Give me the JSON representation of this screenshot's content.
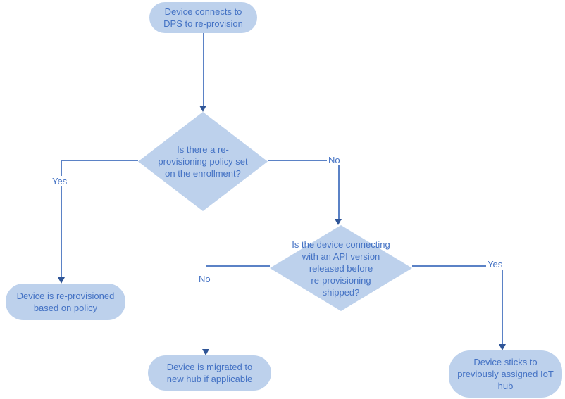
{
  "colors": {
    "shape_fill": "#bdd1ec",
    "shape_text": "#4472c4",
    "connector_line": "#5b82c6",
    "arrowhead": "#2f5597",
    "background": "#ffffff"
  },
  "nodes": {
    "start": {
      "type": "terminator",
      "lines": [
        "Device connects to",
        "DPS to re-provision"
      ]
    },
    "decision_policy": {
      "type": "decision",
      "lines": [
        "Is there a re-",
        "provisioning policy set",
        "on the enrollment?"
      ]
    },
    "reprovisioned": {
      "type": "terminator",
      "lines": [
        "Device is re-provisioned",
        "based on policy"
      ]
    },
    "decision_api": {
      "type": "decision",
      "lines": [
        "Is the device connecting",
        "with an API version",
        "released before",
        "re-provisioning",
        "shipped?"
      ]
    },
    "migrated": {
      "type": "terminator",
      "lines": [
        "Device is migrated to",
        "new hub if applicable"
      ]
    },
    "sticks": {
      "type": "terminator",
      "lines": [
        "Device sticks to",
        "previously assigned IoT",
        "hub"
      ]
    }
  },
  "edges": {
    "policy_yes": {
      "label": "Yes"
    },
    "policy_no": {
      "label": "No"
    },
    "api_no": {
      "label": "No"
    },
    "api_yes": {
      "label": "Yes"
    }
  }
}
